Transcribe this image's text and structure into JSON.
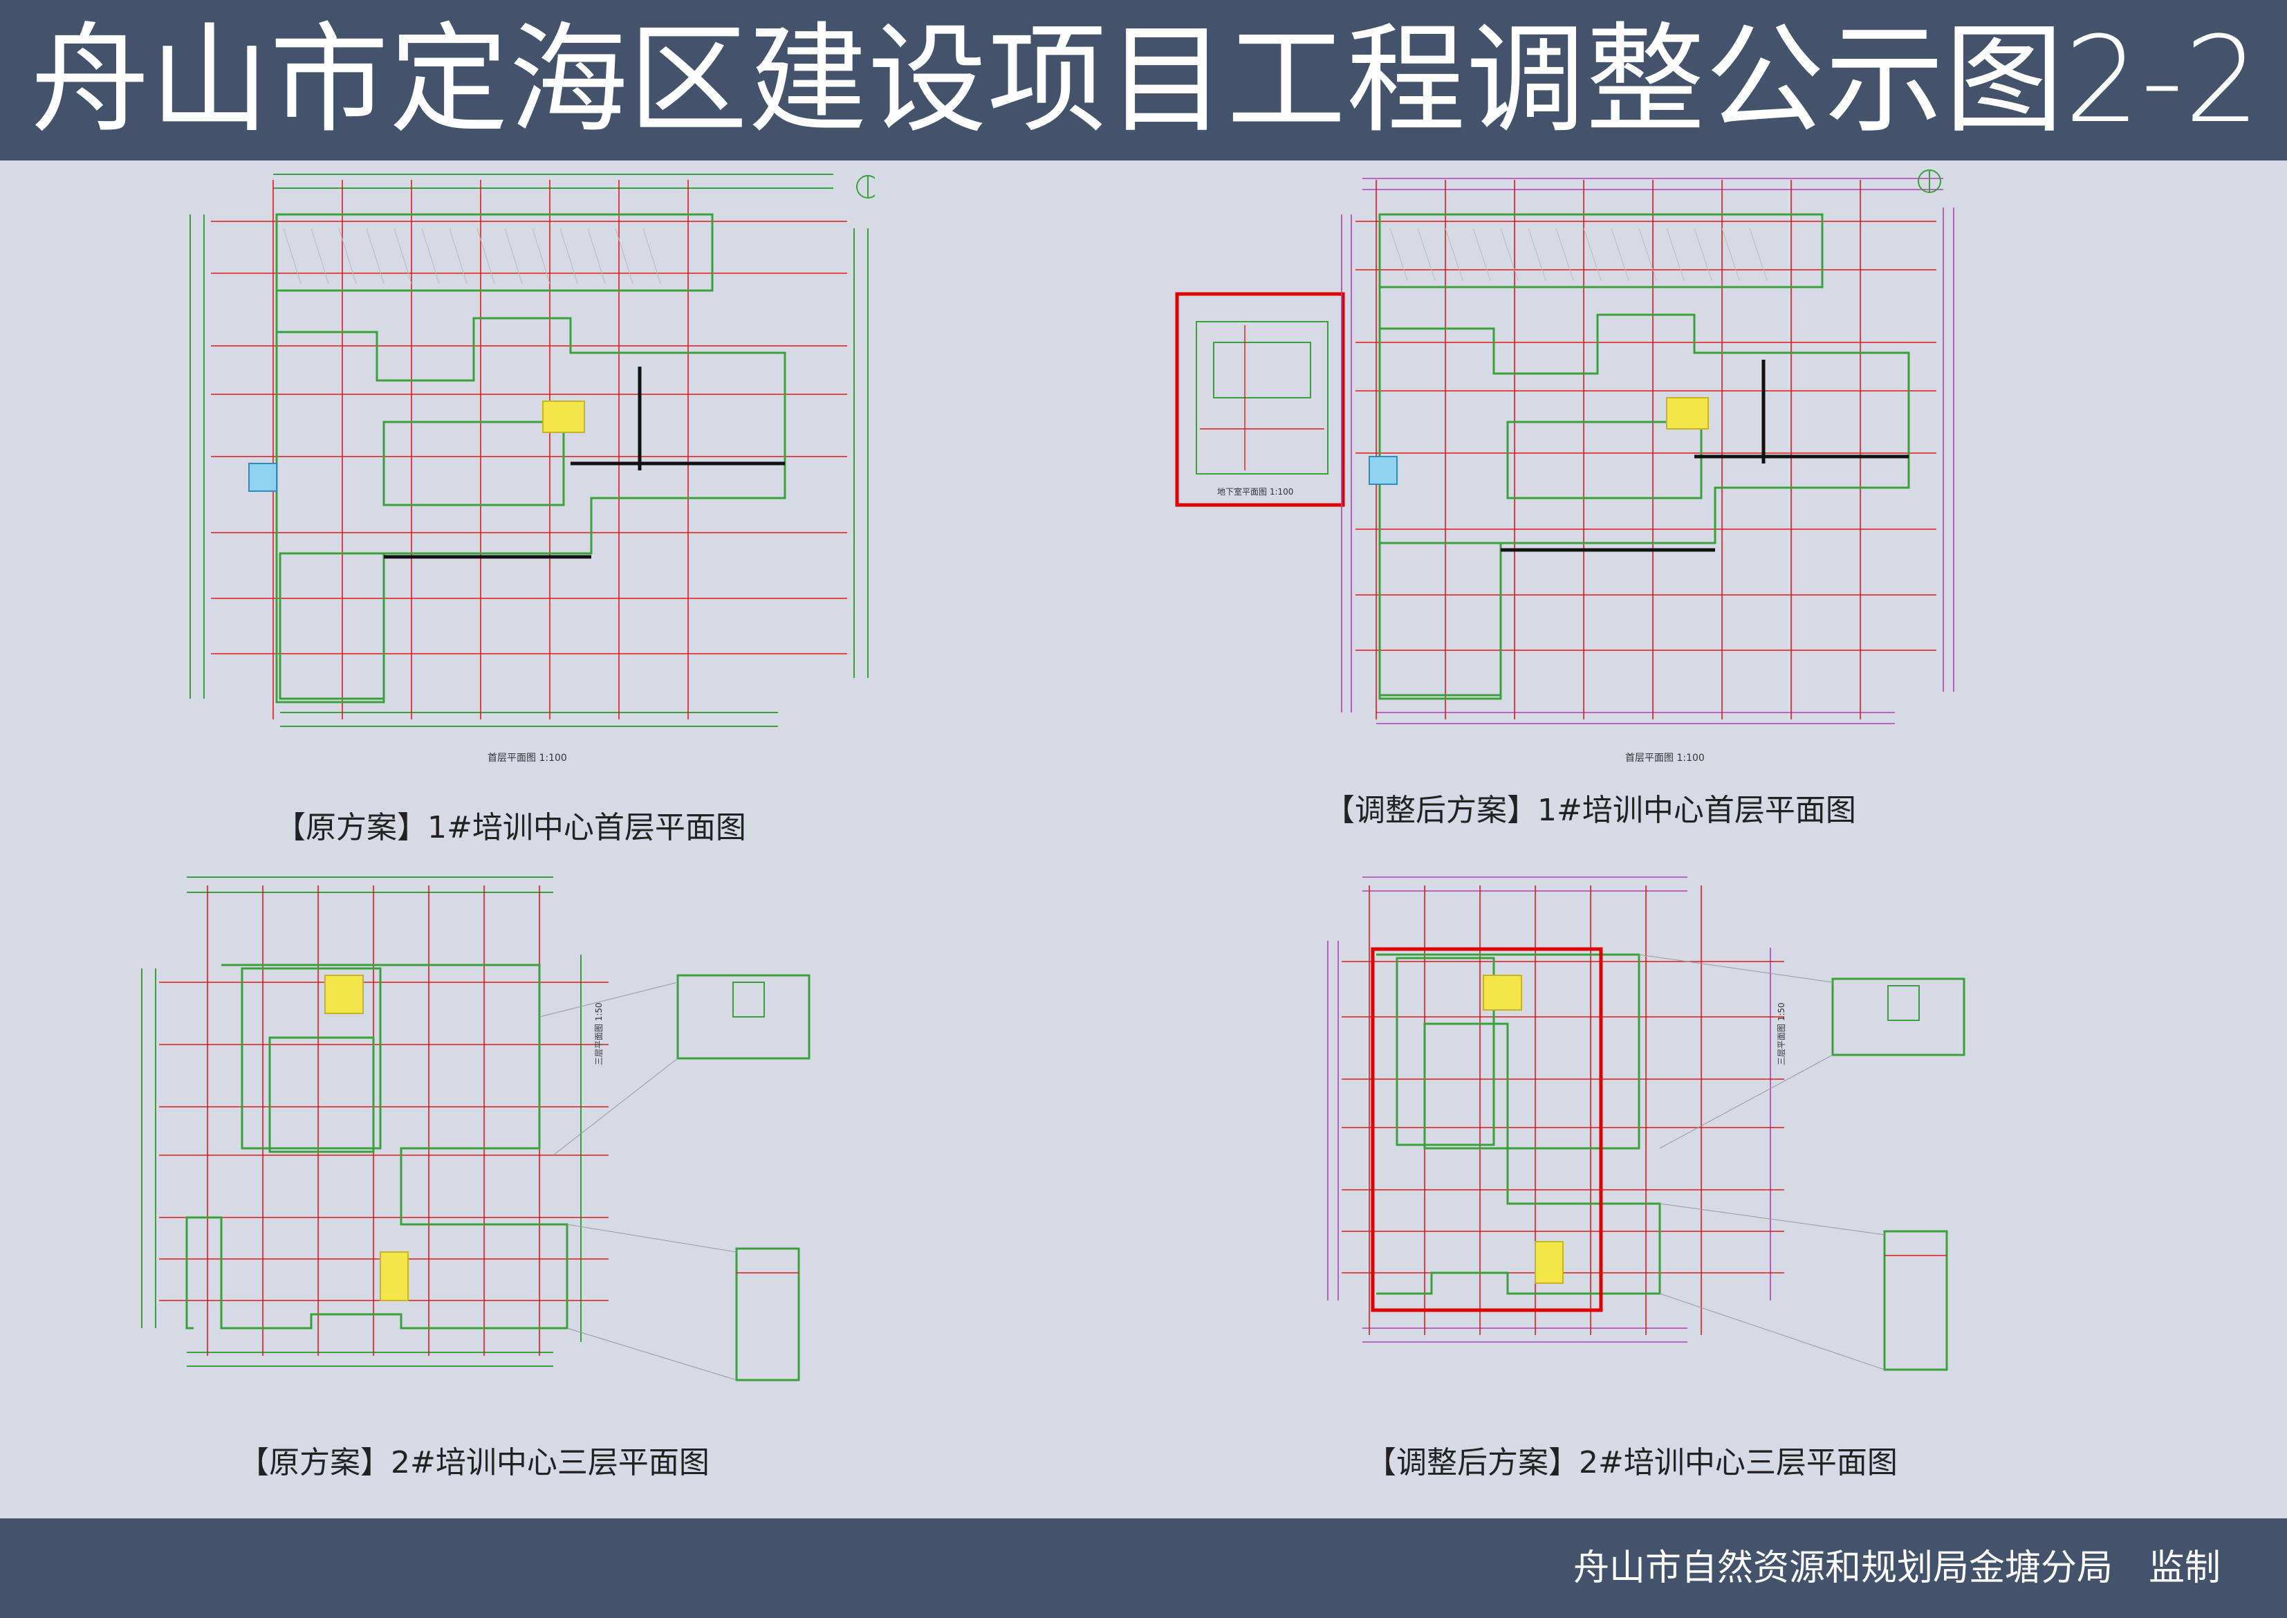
{
  "header": {
    "title": "舟山市定海区建设项目工程调整公示图2-2"
  },
  "panels": [
    {
      "caption": "【原方案】1#培训中心首层平面图",
      "sheet_label": "首层平面图 1:100"
    },
    {
      "caption": "【调整后方案】1#培训中心首层平面图",
      "sheet_label": "首层平面图 1:100",
      "inset_label": "地下室平面图 1:100"
    },
    {
      "caption": "【原方案】2#培训中心三层平面图",
      "sheet_label": "三层平面图 1:50"
    },
    {
      "caption": "【调整后方案】2#培训中心三层平面图",
      "sheet_label": "三层平面图 1:50"
    }
  ],
  "footer": {
    "credit": "舟山市自然资源和规划局金塘分局　监制"
  },
  "colors": {
    "banner": "#43536b",
    "background": "#d6dae5",
    "grid_red": "#e01a1a",
    "wall_green": "#3aa13a",
    "dim_magenta": "#b33cb3",
    "highlight_red": "#e00000",
    "stair_yellow": "#f2e64a"
  }
}
